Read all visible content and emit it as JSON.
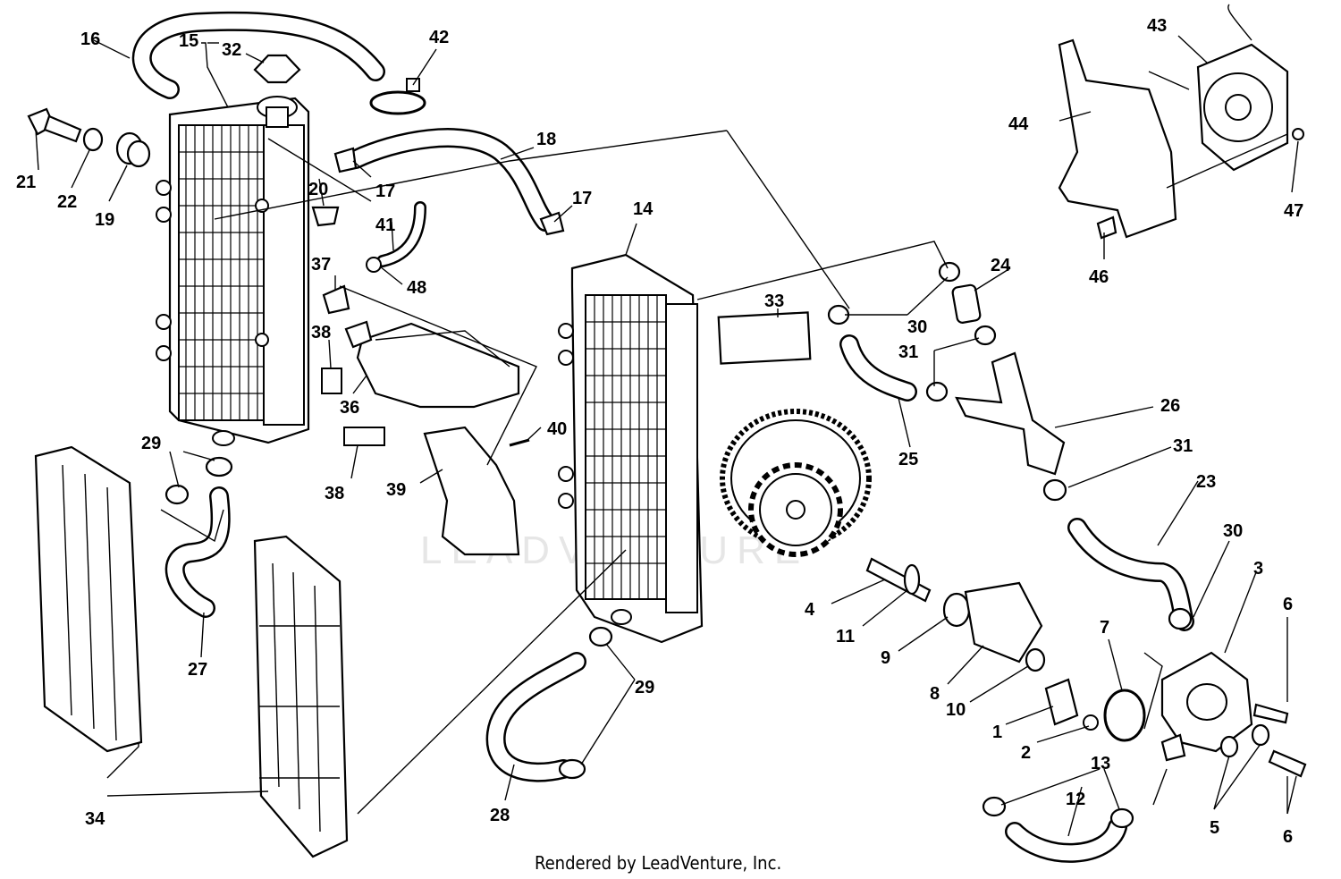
{
  "footer": "Rendered by LeadVenture, Inc.",
  "watermark": "LEADVENTURE",
  "parts": [
    {
      "id": "p1",
      "label": "1"
    },
    {
      "id": "p2",
      "label": "2"
    },
    {
      "id": "p3",
      "label": "3"
    },
    {
      "id": "p4",
      "label": "4"
    },
    {
      "id": "p5",
      "label": "5"
    },
    {
      "id": "p6a",
      "label": "6"
    },
    {
      "id": "p6b",
      "label": "6"
    },
    {
      "id": "p7",
      "label": "7"
    },
    {
      "id": "p8",
      "label": "8"
    },
    {
      "id": "p9",
      "label": "9"
    },
    {
      "id": "p10",
      "label": "10"
    },
    {
      "id": "p11",
      "label": "11"
    },
    {
      "id": "p12",
      "label": "12"
    },
    {
      "id": "p13",
      "label": "13"
    },
    {
      "id": "p14",
      "label": "14"
    },
    {
      "id": "p15",
      "label": "15"
    },
    {
      "id": "p16",
      "label": "16"
    },
    {
      "id": "p17a",
      "label": "17"
    },
    {
      "id": "p17b",
      "label": "17"
    },
    {
      "id": "p18",
      "label": "18"
    },
    {
      "id": "p19",
      "label": "19"
    },
    {
      "id": "p20",
      "label": "20"
    },
    {
      "id": "p21",
      "label": "21"
    },
    {
      "id": "p22",
      "label": "22"
    },
    {
      "id": "p23",
      "label": "23"
    },
    {
      "id": "p24",
      "label": "24"
    },
    {
      "id": "p25",
      "label": "25"
    },
    {
      "id": "p26",
      "label": "26"
    },
    {
      "id": "p27",
      "label": "27"
    },
    {
      "id": "p28",
      "label": "28"
    },
    {
      "id": "p29a",
      "label": "29"
    },
    {
      "id": "p29b",
      "label": "29"
    },
    {
      "id": "p30a",
      "label": "30"
    },
    {
      "id": "p30b",
      "label": "30"
    },
    {
      "id": "p31a",
      "label": "31"
    },
    {
      "id": "p31b",
      "label": "31"
    },
    {
      "id": "p32",
      "label": "32"
    },
    {
      "id": "p33",
      "label": "33"
    },
    {
      "id": "p34",
      "label": "34"
    },
    {
      "id": "p36",
      "label": "36"
    },
    {
      "id": "p37",
      "label": "37"
    },
    {
      "id": "p38a",
      "label": "38"
    },
    {
      "id": "p38b",
      "label": "38"
    },
    {
      "id": "p39",
      "label": "39"
    },
    {
      "id": "p40",
      "label": "40"
    },
    {
      "id": "p41",
      "label": "41"
    },
    {
      "id": "p42",
      "label": "42"
    },
    {
      "id": "p43",
      "label": "43"
    },
    {
      "id": "p44",
      "label": "44"
    },
    {
      "id": "p46",
      "label": "46"
    },
    {
      "id": "p47",
      "label": "47"
    },
    {
      "id": "p48",
      "label": "48"
    }
  ]
}
